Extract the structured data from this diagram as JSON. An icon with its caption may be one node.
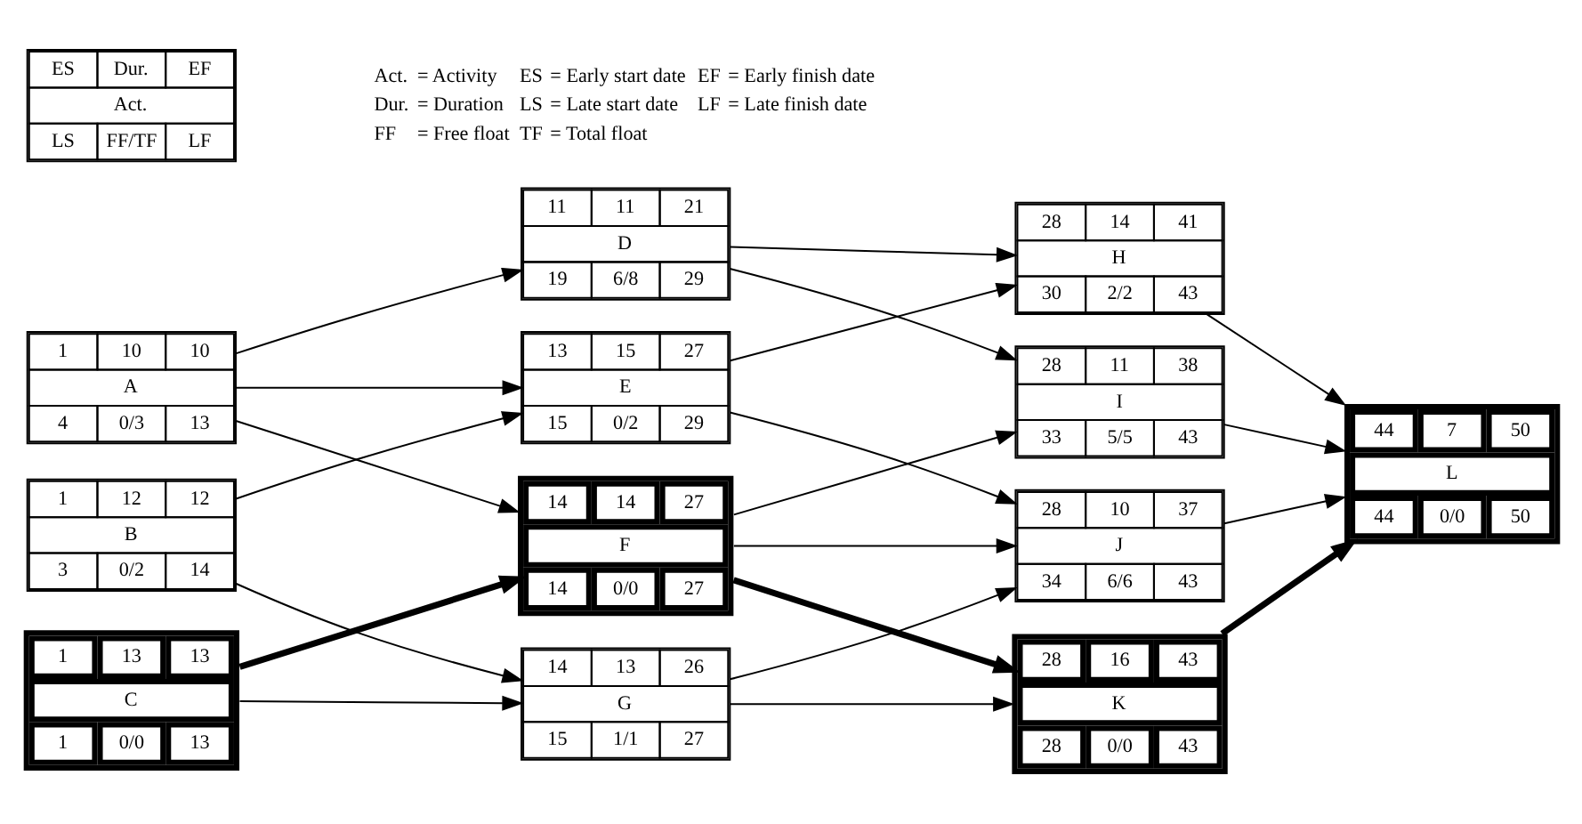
{
  "diagram": {
    "nodes": [
      {
        "text": [
          "1",
          "10",
          "10",
          "A",
          "4",
          "0/3",
          "13"
        ]
      },
      {
        "text": [
          "1",
          "12",
          "12",
          "B",
          "3",
          "0/2",
          "14"
        ]
      },
      {
        "text": [
          "1",
          "13",
          "13",
          "C",
          "1",
          "0/0",
          "13"
        ]
      },
      {
        "text": [
          "11",
          "11",
          "21",
          "D",
          "19",
          "6/8",
          "29"
        ]
      },
      {
        "text": [
          "13",
          "15",
          "27",
          "E",
          "15",
          "0/2",
          "29"
        ]
      },
      {
        "text": [
          "14",
          "14",
          "27",
          "F",
          "14",
          "0/0",
          "27"
        ]
      },
      {
        "text": [
          "14",
          "13",
          "26",
          "G",
          "15",
          "1/1",
          "27"
        ]
      },
      {
        "text": [
          "28",
          "14",
          "41",
          "H",
          "30",
          "2/2",
          "43"
        ]
      },
      {
        "text": [
          "28",
          "11",
          "38",
          "I",
          "33",
          "5/5",
          "43"
        ]
      },
      {
        "text": [
          "28",
          "10",
          "37",
          "J",
          "34",
          "6/6",
          "43"
        ]
      },
      {
        "text": [
          "28",
          "16",
          "43",
          "K",
          "28",
          "0/0",
          "43"
        ]
      },
      {
        "text": [
          "44",
          "7",
          "50",
          "L",
          "44",
          "0/0",
          "50"
        ]
      },
      {
        "text": [
          "ES",
          "Dur.",
          "EF",
          "Act.",
          "LS",
          "FF/TF",
          "LF"
        ]
      }
    ],
    "edges": [
      {
        "from": 0,
        "to": 3,
        "arrow": "to"
      },
      {
        "from": 0,
        "to": 4,
        "arrow": "to"
      },
      {
        "from": 0,
        "to": 5,
        "arrow": "to"
      },
      {
        "from": 1,
        "to": 4,
        "arrow": "to"
      },
      {
        "from": 1,
        "to": 6,
        "arrow": "to"
      },
      {
        "from": 2,
        "to": 5,
        "arrow": "to",
        "style": "thick"
      },
      {
        "from": 2,
        "to": 6,
        "arrow": "to"
      },
      {
        "from": 3,
        "to": 7,
        "arrow": "to"
      },
      {
        "from": 3,
        "to": 8,
        "arrow": "to"
      },
      {
        "from": 4,
        "to": 7,
        "arrow": "to"
      },
      {
        "from": 4,
        "to": 9,
        "arrow": "to"
      },
      {
        "from": 5,
        "to": 8,
        "arrow": "to"
      },
      {
        "from": 5,
        "to": 9,
        "arrow": "to"
      },
      {
        "from": 5,
        "to": 10,
        "arrow": "to",
        "style": "thick"
      },
      {
        "from": 6,
        "to": 9,
        "arrow": "to"
      },
      {
        "from": 6,
        "to": 10,
        "arrow": "to"
      },
      {
        "from": 7,
        "to": 11,
        "arrow": "to"
      },
      {
        "from": 8,
        "to": 11,
        "arrow": "to"
      },
      {
        "from": 9,
        "to": 11,
        "arrow": "to"
      },
      {
        "from": 10,
        "to": 11,
        "arrow": "to",
        "style": "thick"
      }
    ],
    "labels": [
      "Act.",
      "= Activity",
      "ES",
      "= Early start date",
      "EF",
      "= Early finish date",
      "Dur.",
      "= Duration",
      "LS",
      "= Late start date",
      "LF",
      "= Late finish date",
      "FF",
      "= Free float",
      "TF",
      "= Total float"
    ]
  }
}
